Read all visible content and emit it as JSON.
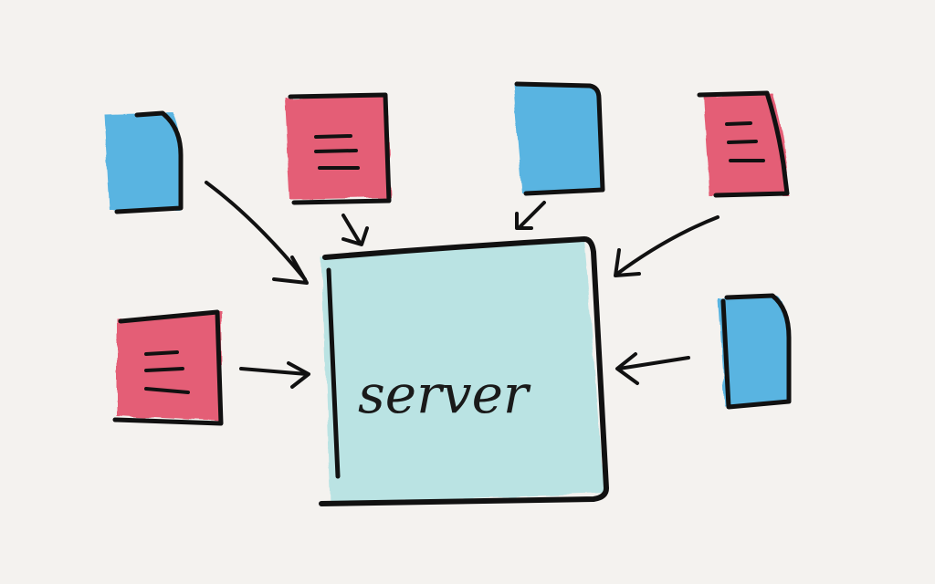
{
  "diagram": {
    "center_node": {
      "label": "server",
      "fill": "#b7e3e3"
    },
    "client_nodes": [
      {
        "id": "client-1",
        "kind": "plain",
        "color": "#4aaee0"
      },
      {
        "id": "client-2",
        "kind": "lined",
        "color": "#e3506a"
      },
      {
        "id": "client-3",
        "kind": "plain",
        "color": "#4aaee0"
      },
      {
        "id": "client-4",
        "kind": "lined",
        "color": "#e3506a"
      },
      {
        "id": "client-5",
        "kind": "lined",
        "color": "#e3506a"
      },
      {
        "id": "client-6",
        "kind": "plain",
        "color": "#4aaee0"
      }
    ],
    "edges": [
      {
        "from": "client-1",
        "to": "server"
      },
      {
        "from": "client-2",
        "to": "server"
      },
      {
        "from": "client-3",
        "to": "server"
      },
      {
        "from": "client-4",
        "to": "server"
      },
      {
        "from": "client-5",
        "to": "server"
      },
      {
        "from": "client-6",
        "to": "server"
      }
    ],
    "ink_color": "#111111",
    "background": "#f4f2ef"
  }
}
